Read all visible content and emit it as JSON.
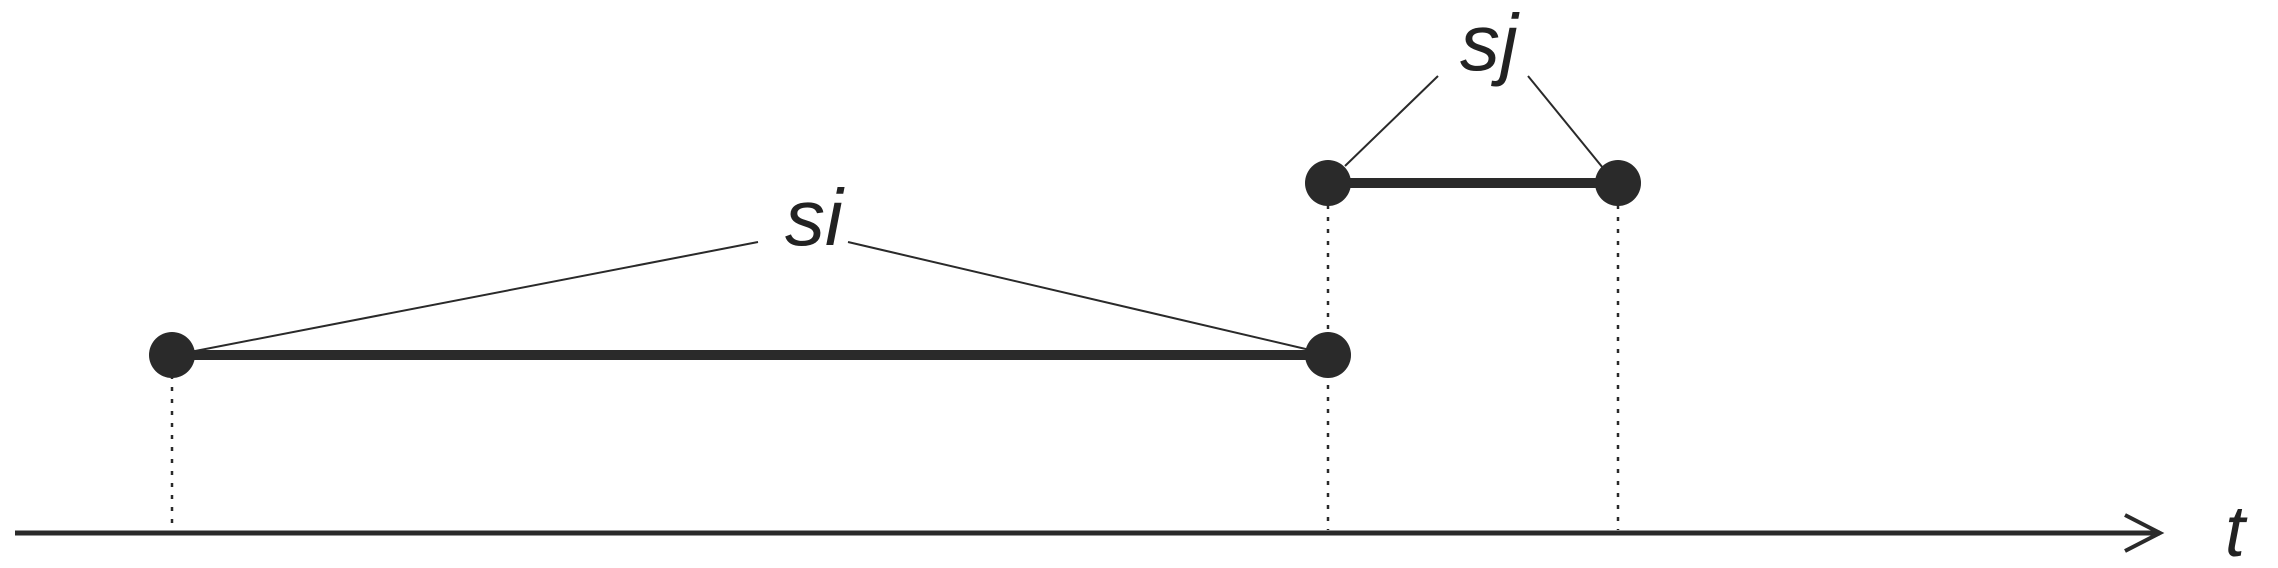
{
  "labels": {
    "interval_i": "si",
    "interval_j": "sj",
    "time_axis": "t"
  },
  "colors": {
    "ink": "#2a2a2a"
  }
}
